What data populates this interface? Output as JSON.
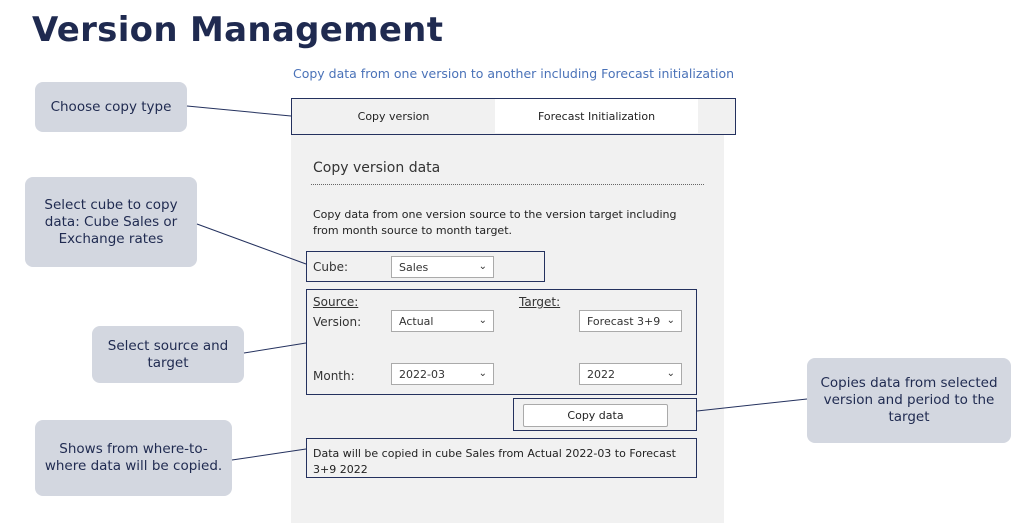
{
  "title": "Version Management",
  "subtitle": "Copy data from one version to another including Forecast initialization",
  "tabs": [
    {
      "label": "Copy version"
    },
    {
      "label": "Forecast Initialization"
    }
  ],
  "section": {
    "title": "Copy version data",
    "description": "Copy data from one version source to the version target including from month source to month target."
  },
  "cube": {
    "label": "Cube:",
    "value": "Sales"
  },
  "source": {
    "heading": "Source:",
    "version_label": "Version:",
    "version_value": "Actual",
    "month_label": "Month:",
    "month_value": "2022-03"
  },
  "target": {
    "heading": "Target:",
    "version_value": "Forecast 3+9",
    "month_value": "2022"
  },
  "copy_button": "Copy data",
  "info_text": "Data will be copied in cube Sales from Actual 2022-03 to Forecast 3+9 2022",
  "callouts": {
    "copy_type": "Choose copy type",
    "cube": "Select cube to copy data: Cube Sales or Exchange rates",
    "source_target": "Select source and target",
    "where_to": "Shows from where-to-where data will be copied.",
    "copies": "Copies data from selected version and period to the target"
  },
  "icons": {
    "dropdown": "chevron-down-icon"
  },
  "colors": {
    "title": "#1f2a50",
    "subtitle": "#4a72b8",
    "outline": "#24315e",
    "callout_bg": "#d3d7e0",
    "panel_bg": "#f1f1f1"
  }
}
